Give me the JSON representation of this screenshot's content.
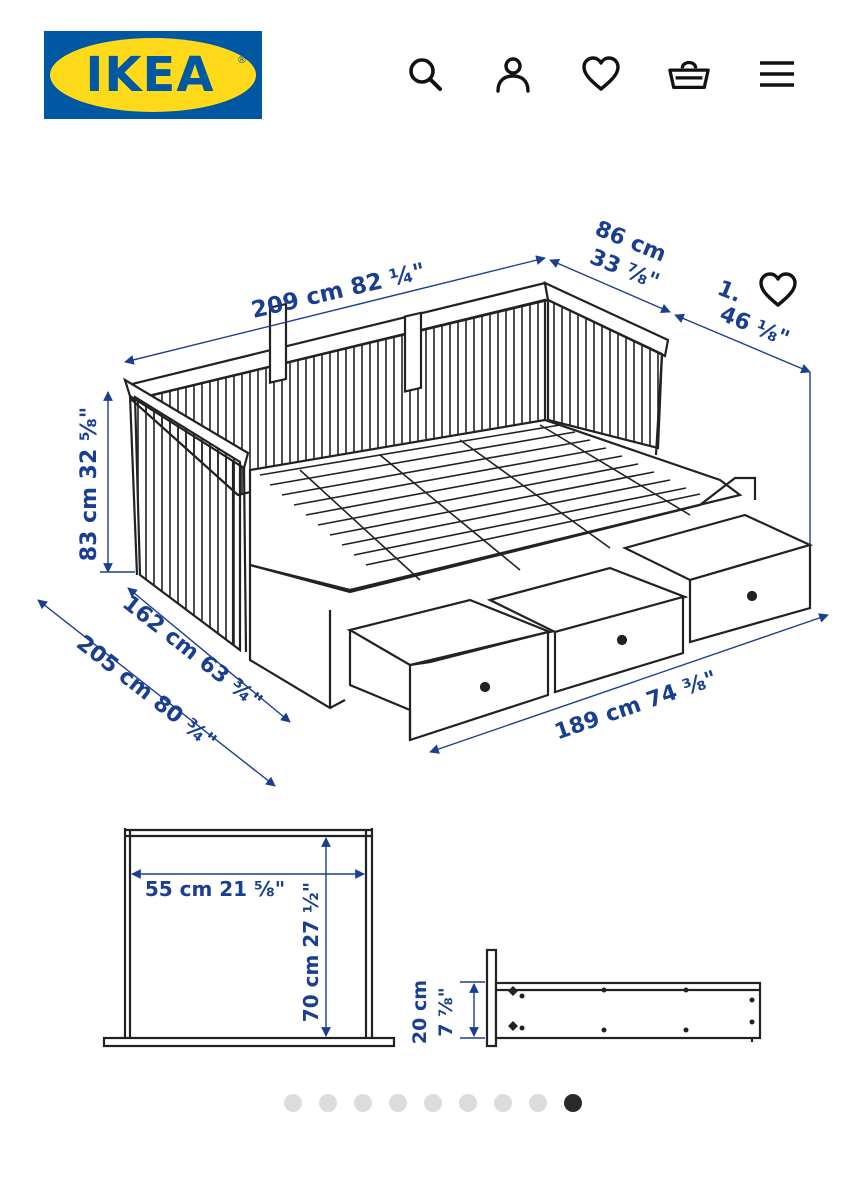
{
  "header": {
    "logo_text": "IKEA",
    "logo_registered": "®",
    "brand_colors": {
      "blue": "#0058a3",
      "yellow": "#ffda1a"
    },
    "icons": [
      "search-icon",
      "account-icon",
      "heart-icon",
      "basket-icon",
      "menu-icon"
    ]
  },
  "product_image": {
    "dimensions": {
      "width": "209 cm 82 ¼\"",
      "depth_cm": "86 cm",
      "depth_in": "33 ⅞\"",
      "ext_cm": "1.",
      "ext_in": "46 ⅛\"",
      "height": "83 cm 32 ⅝\"",
      "inner_length": "162 cm 63 ¾\"",
      "outer_length": "205 cm 80 ¾\"",
      "drawer_span": "189 cm 74 ⅜\"",
      "drawer_width": "55 cm 21 ⅝\"",
      "drawer_depth": "70 cm 27 ½\"",
      "drawer_height_cm": "20 cm",
      "drawer_height_in": "7 ⅞\""
    },
    "favorite_icon": "heart-outline-icon"
  },
  "carousel": {
    "total": 9,
    "active_index": 8
  }
}
